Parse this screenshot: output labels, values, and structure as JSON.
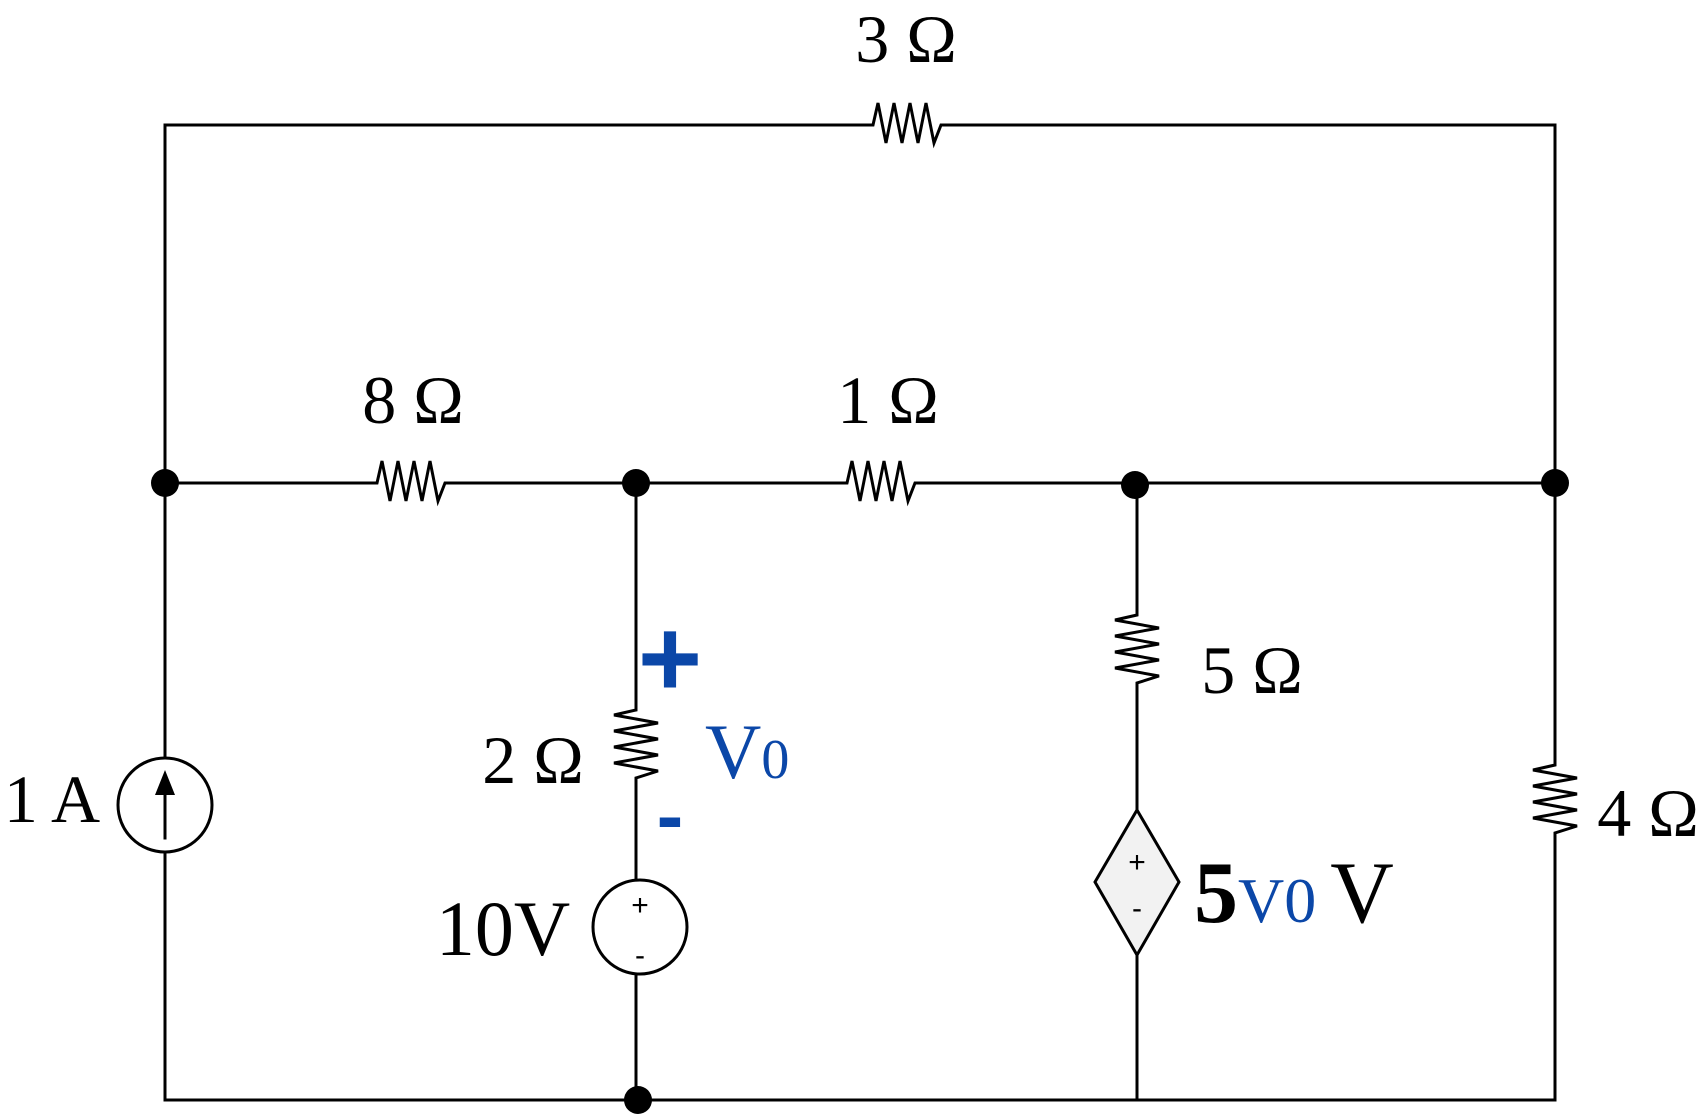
{
  "colors": {
    "wire": "#000000",
    "accent": "#0b47a8",
    "source_fill": "#f2f2f2"
  },
  "labels": {
    "r3": "3 Ω",
    "r8": "8 Ω",
    "r1": "1 Ω",
    "r2": "2 Ω",
    "r5": "5 Ω",
    "r4": "4 Ω",
    "current_source": "1 A",
    "voltage_source": "10V",
    "vo_plus": "+",
    "vo_minus": "-",
    "vo_letter": "V",
    "vo_subscript": "0",
    "dep_coef": "5",
    "dep_var": "V0",
    "dep_unit": "V",
    "src_plus": "+",
    "src_minus": "-"
  }
}
